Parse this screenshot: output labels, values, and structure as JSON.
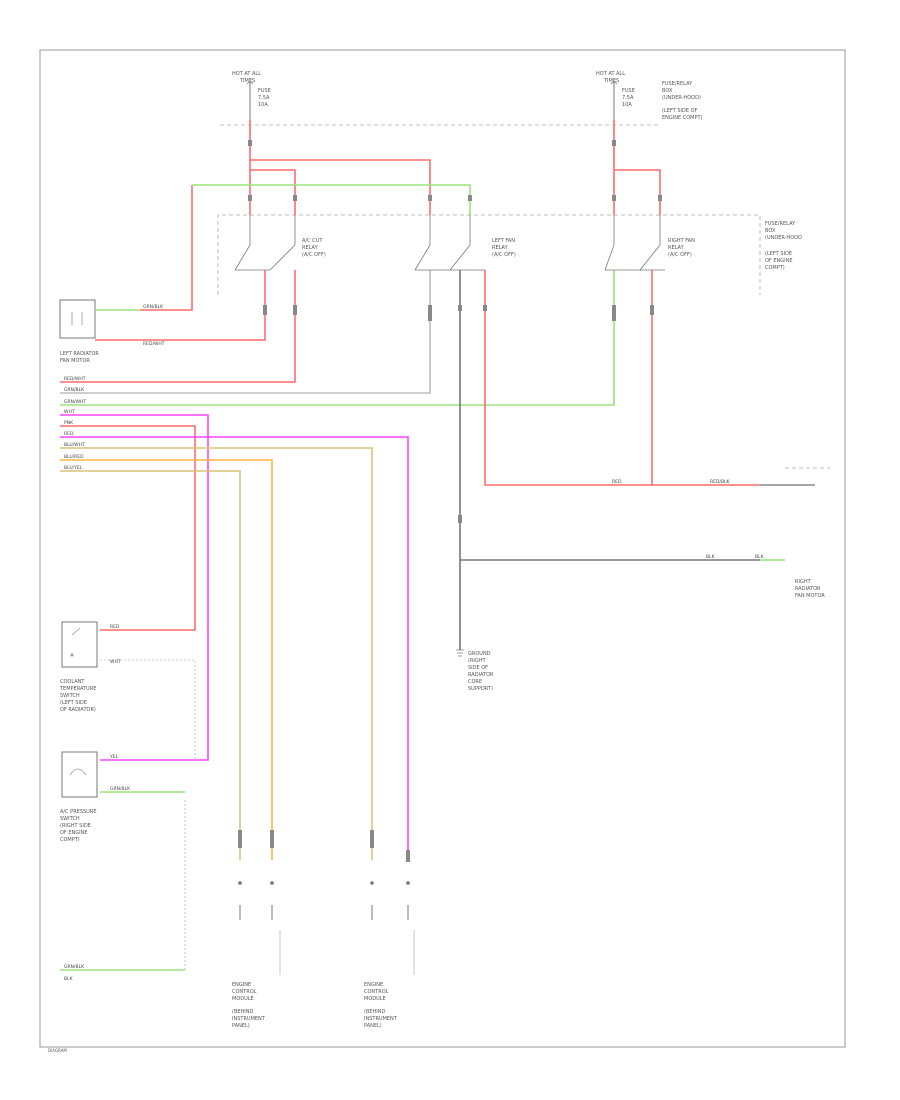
{
  "colors": {
    "red": "#ff6b6b",
    "green": "#9be37a",
    "gray": "#9a9a9a",
    "dark": "#555555",
    "magenta": "#ff44ff",
    "tan": "#d9c27a",
    "orange": "#ffb347"
  },
  "fuse_left": {
    "l1": "HOT AT ALL",
    "l2": "TIMES",
    "l3": "FUSE",
    "l4": "7.5A",
    "l5": "10A"
  },
  "fuse_right": {
    "l1": "HOT AT ALL",
    "l2": "TIMES",
    "l3": "FUSE",
    "l4": "7.5A",
    "l5": "10A"
  },
  "fuse_block": {
    "l1": "FUSE/RELAY",
    "l2": "BOX",
    "l3": "(UNDER-HOOD)",
    "l4": "(LEFT SIDE OF",
    "l5": "ENGINE COMPT)"
  },
  "relay_box": {
    "l1": "FUSE/RELAY",
    "l2": "BOX",
    "l3": "(UNDER-HOOD",
    "l4": "(LEFT SIDE",
    "l5": "OF ENGINE",
    "l6": "COMPT)"
  },
  "relays": {
    "cut": {
      "l1": "A/C CUT",
      "l2": "RELAY",
      "l3": "(A/C OFF)"
    },
    "left": {
      "l1": "LEFT FAN",
      "l2": "RELAY",
      "l3": "(A/C OFF)"
    },
    "right": {
      "l1": "RIGHT FAN",
      "l2": "RELAY",
      "l3": "(A/C OFF)"
    }
  },
  "components": {
    "left_fan": {
      "l1": "LEFT RADIATOR",
      "l2": "FAN MOTOR"
    },
    "thermo": {
      "l1": "COOLANT",
      "l2": "TEMPERATURE",
      "l3": "SWITCH",
      "l4": "(LEFT SIDE",
      "l5": "OF RADIATOR)"
    },
    "pressure": {
      "l1": "A/C PRESSURE",
      "l2": "SWITCH",
      "l3": "(RIGHT SIDE",
      "l4": "OF ENGINE",
      "l5": "COMPT)"
    },
    "right_fan": {
      "l1": "RIGHT",
      "l2": "RADIATOR",
      "l3": "FAN MOTOR"
    },
    "ground": {
      "l1": "GROUND",
      "l2": "(RIGHT",
      "l3": "SIDE OF",
      "l4": "RADIATOR",
      "l5": "CORE",
      "l6": "SUPPORT)"
    },
    "ecm_a": {
      "l1": "ENGINE",
      "l2": "CONTROL",
      "l3": "MODULE",
      "l4": "(BEHIND",
      "l5": "INSTRUMENT",
      "l6": "PANEL)"
    },
    "ecm_b": {
      "l1": "ENGINE",
      "l2": "CONTROL",
      "l3": "MODULE",
      "l4": "(BEHIND",
      "l5": "INSTRUMENT",
      "l6": "PANEL)"
    }
  },
  "wire_labels": {
    "grn_blk": "GRN/BLK",
    "red_wht": "RED/WHT",
    "red_wht_b": "RED/WHT",
    "grn_blk_b": "GRN/BLK",
    "grn_wht": "GRN/WHT",
    "wht": "WHT",
    "pnk": "PNK",
    "red": "RED",
    "red_b": "RED",
    "red_c": "RED",
    "red_blk": "RED/BLK",
    "blk": "BLK",
    "blk_b": "BLK",
    "grn_blk_c": "GRN/BLK",
    "wht_b": "WHT",
    "blu_wht": "BLU/WHT",
    "blu_red": "BLU/RED",
    "blu_yel": "BLU/YEL",
    "yel": "YEL",
    "grn_blk_d": "GRN/BLK",
    "blk_c": "BLK"
  },
  "footer": "DIAGRAM"
}
